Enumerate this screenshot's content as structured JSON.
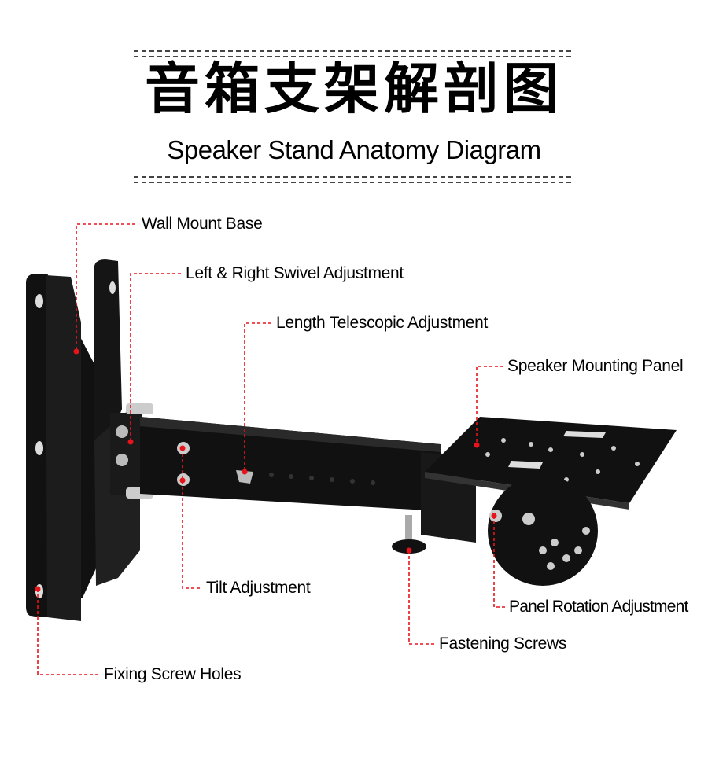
{
  "title": {
    "chinese": "音箱支架解剖图",
    "english": "Speaker Stand Anatomy Diagram"
  },
  "callouts": [
    {
      "label": "Wall Mount Base"
    },
    {
      "label": "Left & Right Swivel Adjustment"
    },
    {
      "label": "Length Telescopic Adjustment"
    },
    {
      "label": "Speaker Mounting Panel"
    },
    {
      "label": "Tilt Adjustment"
    },
    {
      "label": "Panel Rotation Adjustment"
    },
    {
      "label": "Fastening Screws"
    },
    {
      "label": "Fixing Screw Holes"
    }
  ],
  "colors": {
    "callout_line": "#e8141c",
    "metal": "#111111",
    "text": "#000000"
  }
}
